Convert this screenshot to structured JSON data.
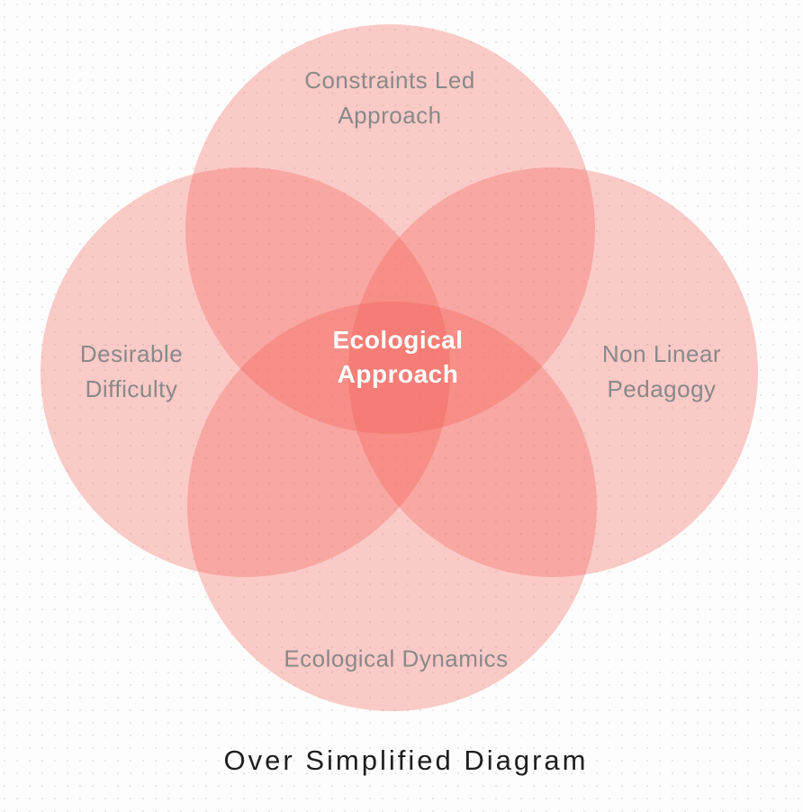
{
  "venn": {
    "circles": [
      {
        "id": "top",
        "label": "Constraints Led Approach",
        "lines": [
          "Constraints Led",
          "Approach"
        ]
      },
      {
        "id": "left",
        "label": "Desirable Difficulty",
        "lines": [
          "Desirable",
          "Difficulty"
        ]
      },
      {
        "id": "right",
        "label": "Non Linear Pedagogy",
        "lines": [
          "Non Linear",
          "Pedagogy"
        ]
      },
      {
        "id": "bottom",
        "label": "Ecological Dynamics",
        "lines": [
          "Ecological Dynamics"
        ]
      }
    ],
    "center": {
      "label": "Ecological Approach",
      "lines": [
        "Ecological",
        "Approach"
      ]
    }
  },
  "caption": "Over Simplified Diagram",
  "colors": {
    "background": "#fdfdfd",
    "dot_grid": "#e9e9e9",
    "circle_fill": "rgba(246,85,75,0.30)",
    "single_circle_visible": "#fccbc8",
    "double_overlap_visible": "#faa8a3",
    "label_text": "#898989",
    "center_text": "#ffffff",
    "caption_text": "#1e1e1e"
  }
}
